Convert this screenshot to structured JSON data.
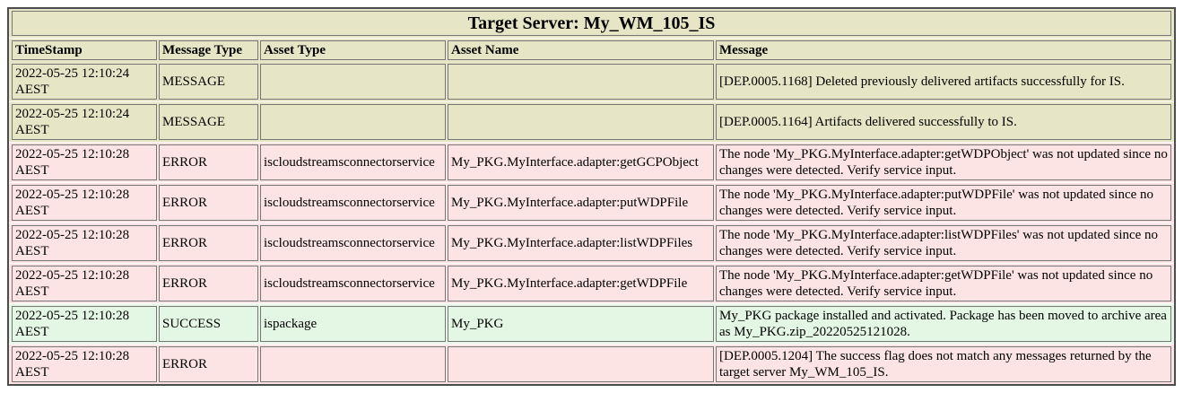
{
  "table": {
    "title": "Target Server: My_WM_105_IS",
    "columns": [
      "TimeStamp",
      "Message Type",
      "Asset Type",
      "Asset Name",
      "Message"
    ],
    "rows": [
      {
        "timestamp": "2022-05-25 12:10:24 AEST",
        "message_type": "MESSAGE",
        "asset_type": "",
        "asset_name": "",
        "message": "[DEP.0005.1168] Deleted previously delivered artifacts successfully for IS.",
        "status": "message"
      },
      {
        "timestamp": "2022-05-25 12:10:24 AEST",
        "message_type": "MESSAGE",
        "asset_type": "",
        "asset_name": "",
        "message": "[DEP.0005.1164] Artifacts delivered successfully to IS.",
        "status": "message"
      },
      {
        "timestamp": "2022-05-25 12:10:28 AEST",
        "message_type": "ERROR",
        "asset_type": "iscloudstreamsconnectorservice",
        "asset_name": "My_PKG.MyInterface.adapter:getGCPObject",
        "message": "The node 'My_PKG.MyInterface.adapter:getWDPObject' was not updated since no changes were detected. Verify service input.",
        "status": "error"
      },
      {
        "timestamp": "2022-05-25 12:10:28 AEST",
        "message_type": "ERROR",
        "asset_type": "iscloudstreamsconnectorservice",
        "asset_name": "My_PKG.MyInterface.adapter:putWDPFile",
        "message": "The node 'My_PKG.MyInterface.adapter:putWDPFile' was not updated since no changes were detected. Verify service input.",
        "status": "error"
      },
      {
        "timestamp": "2022-05-25 12:10:28 AEST",
        "message_type": "ERROR",
        "asset_type": "iscloudstreamsconnectorservice",
        "asset_name": "My_PKG.MyInterface.adapter:listWDPFiles",
        "message": "The node 'My_PKG.MyInterface.adapter:listWDPFiles' was not updated since no changes were detected. Verify service input.",
        "status": "error"
      },
      {
        "timestamp": "2022-05-25 12:10:28 AEST",
        "message_type": "ERROR",
        "asset_type": "iscloudstreamsconnectorservice",
        "asset_name": "My_PKG.MyInterface.adapter:getWDPFile",
        "message": "The node 'My_PKG.MyInterface.adapter:getWDPFile' was not updated since no changes were detected. Verify service input.",
        "status": "error"
      },
      {
        "timestamp": "2022-05-25 12:10:28 AEST",
        "message_type": "SUCCESS",
        "asset_type": "ispackage",
        "asset_name": "My_PKG",
        "message": "My_PKG package installed and activated. Package has been moved to archive area as My_PKG.zip_20220525121028.",
        "status": "success"
      },
      {
        "timestamp": "2022-05-25 12:10:28 AEST",
        "message_type": "ERROR",
        "asset_type": "",
        "asset_name": "",
        "message": "[DEP.0005.1204] The success flag does not match any messages returned by the target server My_WM_105_IS.",
        "status": "error"
      }
    ],
    "colors": {
      "beige": "#e6e6c6",
      "error_pink": "#fce4e4",
      "success_green": "#e4f6e4",
      "cell_border": "#767676",
      "outer_border": "#4c4c4c"
    }
  }
}
